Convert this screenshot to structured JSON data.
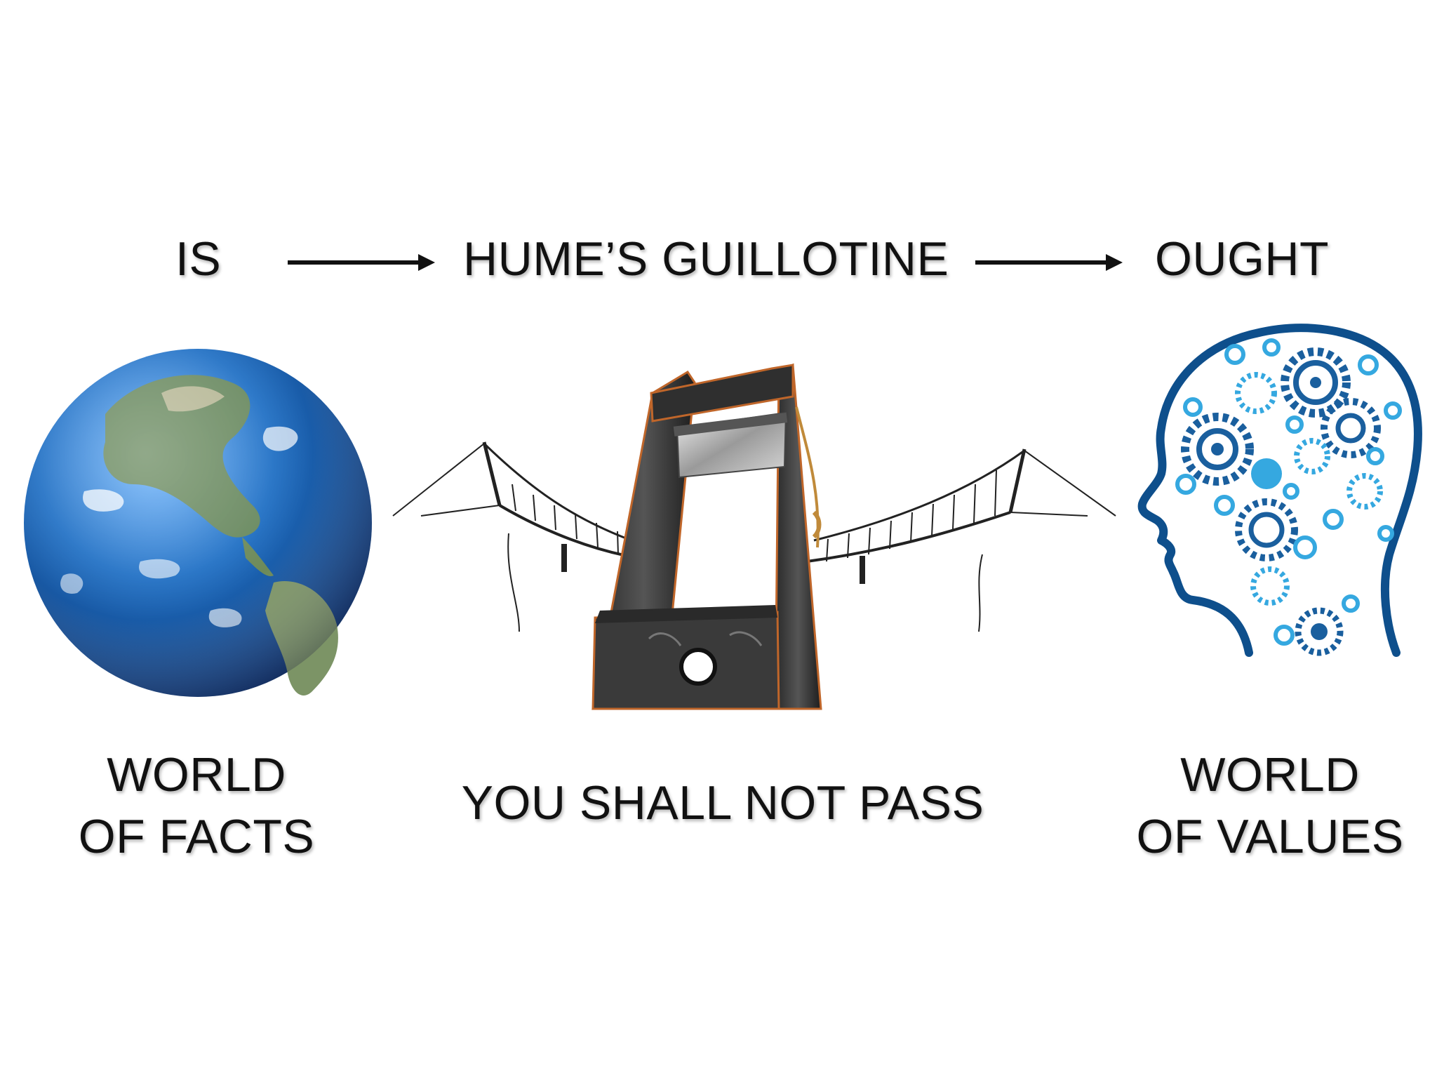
{
  "labels": {
    "is": "IS",
    "hume": "HUME’S GUILLOTINE",
    "ought": "OUGHT",
    "facts_line1": "WORLD",
    "facts_line2": "OF FACTS",
    "pass": "YOU SHALL NOT PASS",
    "values_line1": "WORLD",
    "values_line2": "OF VALUES"
  },
  "colors": {
    "ocean": "#1f6fc4",
    "brain_outline": "#0e4f8c",
    "gear_dark": "#1a5f9e",
    "gear_light": "#35a8e0",
    "wood": "#3a3a3a",
    "wood_edge": "#c0662a"
  },
  "icons": [
    "earth-globe",
    "guillotine",
    "rope-bridge",
    "head-with-gears"
  ]
}
